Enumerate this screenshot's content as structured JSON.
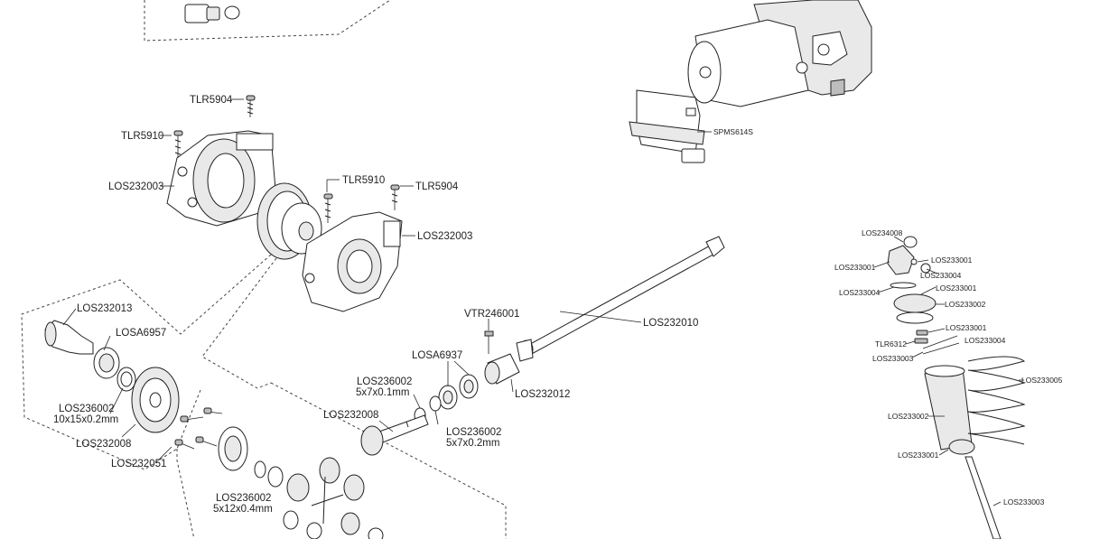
{
  "labels": {
    "tlr5904_a": "TLR5904",
    "tlr5910_a": "TLR5910",
    "los232003_a": "LOS232003",
    "tlr5910_b": "TLR5910",
    "tlr5904_b": "TLR5904",
    "los232003_b": "LOS232003",
    "spms614s": "SPMS614S",
    "los232013": "LOS232013",
    "losa6957": "LOSA6957",
    "los236002_a": "LOS236002",
    "los236002_a_size": "10x15x0.2mm",
    "los232008_a": "LOS232008",
    "los232051": "LOS232051",
    "los236002_b": "LOS236002",
    "los236002_b_size": "5x12x0.4mm",
    "vtr246001": "VTR246001",
    "los232010": "LOS232010",
    "losa6937": "LOSA6937",
    "los236002_c": "LOS236002",
    "los236002_c_size": "5x7x0.1mm",
    "los232012": "LOS232012",
    "los232008_b": "LOS232008",
    "los236002_d": "LOS236002",
    "los236002_d_size": "5x7x0.2mm",
    "los234008": "LOS234008",
    "los233001_a": "LOS233001",
    "los233001_b": "LOS233001",
    "los233004_a": "LOS233004",
    "los233004_b": "LOS233004",
    "los233001_c": "LOS233001",
    "los233002_a": "LOS233002",
    "los233001_d": "LOS233001",
    "tlr6312": "TLR6312",
    "los233004_c": "LOS233004",
    "los233003_a": "LOS233003",
    "los233005": "LOS233005",
    "los233002_b": "LOS233002",
    "los233001_e": "LOS233001",
    "los233003_b": "LOS233003"
  },
  "colors": {
    "ink": "#222222",
    "fill_light": "#e9e9e9",
    "fill_mid": "#bdbdbd",
    "background": "#ffffff"
  }
}
